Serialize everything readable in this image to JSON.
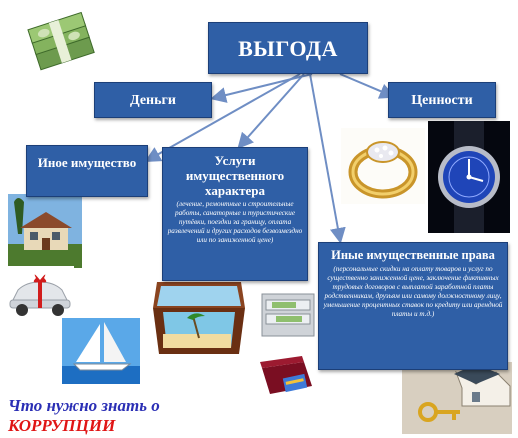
{
  "diagram": {
    "root": "ВЫГОДА",
    "money": "Деньги",
    "valuables": "Ценности",
    "property": "Иное имущество",
    "services": {
      "title": "Услуги имущественного характера",
      "details": "(лечение, ремонтные и строительные работы, санаторные и туристические путёвки, поездки за границу, оплата развлечений и других расходов безвозмездно или по заниженной цене)"
    },
    "rights": {
      "title": "Иные имущественные права",
      "details": "(персональные скидки на оплату товаров и услуг по существенно заниженной цене, заключение фиктивных трудовых договоров с выплатой заработной платы родственникам, друзьям или самому должностному лицу, уменьшение процентных ставок по кредиту или арендной платы и т.д.)"
    }
  },
  "caption": {
    "line1": "Что нужно знать о",
    "line2": "КОРРУПЦИИ"
  },
  "colors": {
    "box_fill": "#2f5fa6",
    "arrow": "#6f8ec4",
    "caption_blue": "#2b2fb5",
    "caption_red": "#e01515"
  }
}
